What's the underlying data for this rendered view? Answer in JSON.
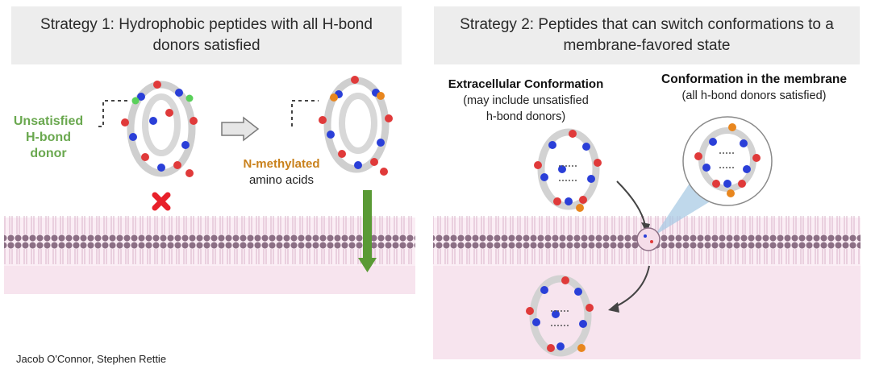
{
  "strategy1": {
    "title_line1": "Strategy 1: Hydrophobic peptides with all H-bond",
    "title_line2": "donors satisfied",
    "unsatisfied_line1": "Unsatisfied",
    "unsatisfied_line2": "H-bond",
    "unsatisfied_line3": "donor",
    "nmethyl_line1": "N-methylated",
    "nmethyl_line2": "amino acids"
  },
  "strategy2": {
    "title_line1": "Strategy 2: Peptides that can switch conformations to a",
    "title_line2": "membrane-favored state",
    "extracellular_title": "Extracellular Conformation",
    "extracellular_sub1": "(may include unsatisfied",
    "extracellular_sub2": "h-bond donors)",
    "membrane_title": "Conformation in the membrane",
    "membrane_sub": "(all h-bond donors satisfied)"
  },
  "credit": "Jacob O'Connor, Stephen Rettie",
  "colors": {
    "banner": "#ededed",
    "membrane_pink": "#f7e4ee",
    "lipid_head": "#8c6f85",
    "green_label": "#6aa84f",
    "orange_label": "#c9811c",
    "blocked_cross": "#e8202a",
    "pass_arrow": "#5a9a35",
    "atom_nitrogen": "#2a3fd8",
    "atom_oxygen": "#e03a3a",
    "atom_methyl": "#e8861e"
  },
  "icons": [
    "blocked-x-icon",
    "right-arrow-icon",
    "down-arrow-icon",
    "zoom-magnifier-icon",
    "curved-arrow-icon"
  ]
}
